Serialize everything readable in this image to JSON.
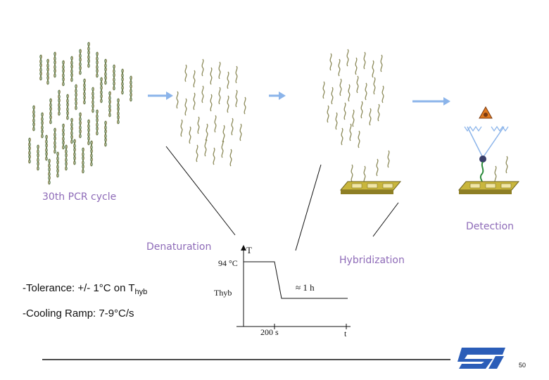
{
  "labels": {
    "pcr_cycle": "30th PCR cycle",
    "detection": "Detection",
    "denaturation": "Denaturation",
    "hybridization": "Hybridization"
  },
  "notes": {
    "tolerance_prefix": "-Tolerance: +/- 1°C on T",
    "tolerance_sub": "hyb",
    "cooling_ramp": "-Cooling Ramp: 7-9°C/s"
  },
  "chart_data": {
    "type": "line",
    "title": "",
    "ylabel": "T",
    "xlabel": "t",
    "y_ticks": [
      "94 °C",
      "Thyb"
    ],
    "x_ticks": [
      "200 s"
    ],
    "annotations": [
      "≈ 1 h"
    ]
  },
  "footer": {
    "page_number": "50"
  },
  "colors": {
    "label": "#8e6bb8",
    "arrow": "#8bb4ea",
    "logo": "#2b5db8",
    "chip": "#c8b53a"
  }
}
